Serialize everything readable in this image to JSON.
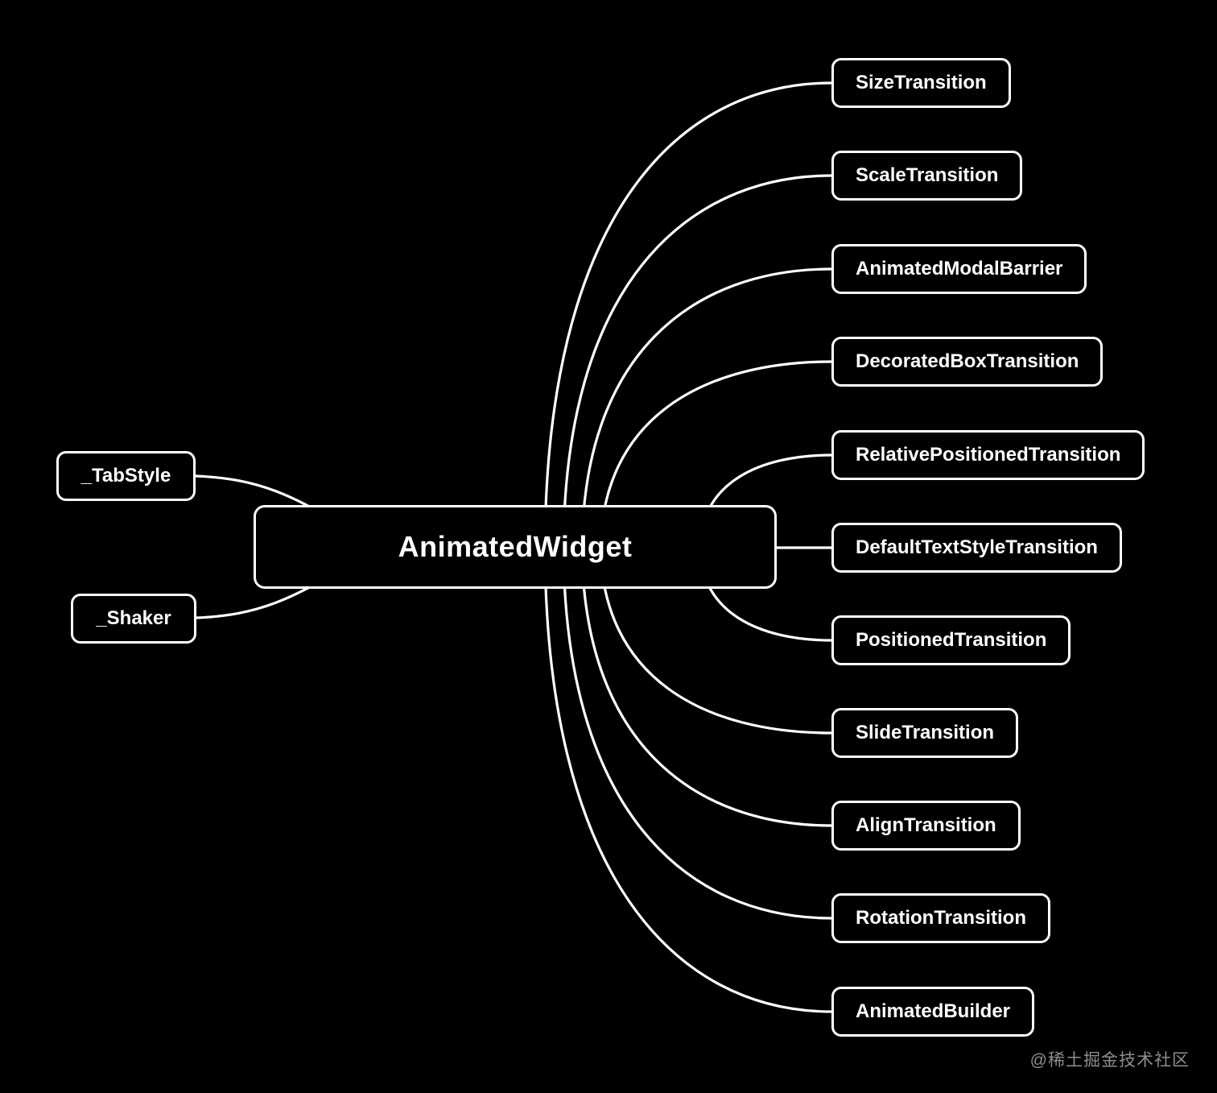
{
  "diagram": {
    "root": {
      "label": "AnimatedWidget"
    },
    "left_nodes": [
      {
        "label": "_TabStyle"
      },
      {
        "label": "_Shaker"
      }
    ],
    "right_nodes": [
      {
        "label": "SizeTransition"
      },
      {
        "label": "ScaleTransition"
      },
      {
        "label": "AnimatedModalBarrier"
      },
      {
        "label": "DecoratedBoxTransition"
      },
      {
        "label": "RelativePositionedTransition"
      },
      {
        "label": "DefaultTextStyleTransition"
      },
      {
        "label": "PositionedTransition"
      },
      {
        "label": "SlideTransition"
      },
      {
        "label": "AlignTransition"
      },
      {
        "label": "RotationTransition"
      },
      {
        "label": "AnimatedBuilder"
      }
    ],
    "colors": {
      "background": "#000000",
      "node_border": "#ffffff",
      "node_fill": "#000000",
      "text": "#ffffff",
      "connector": "#ffffff",
      "watermark": "#8e8e8e"
    }
  },
  "watermark": {
    "text": "@稀土掘金技术社区"
  }
}
